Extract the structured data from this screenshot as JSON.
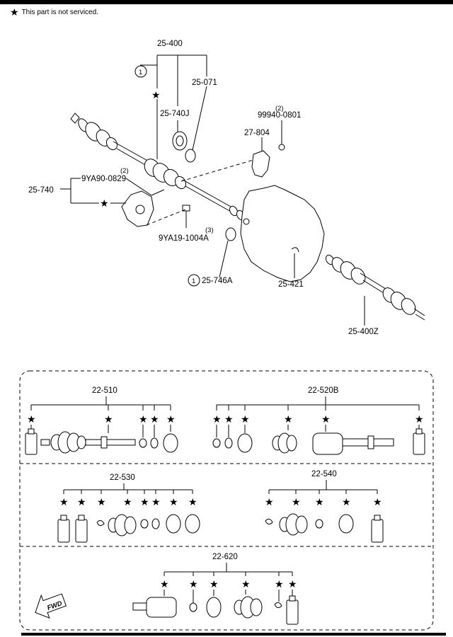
{
  "note": {
    "star": "★",
    "text": "This part is not serviced."
  },
  "legend_marker": "★",
  "callouts": {
    "c25_400": "25-400",
    "c25_071": "25-071",
    "c25_740J": "25-740J",
    "c99940": "99940-0801",
    "c99940_qty": "(2)",
    "c27_804": "27-804",
    "c9YA90": "9YA90-0829",
    "c9YA90_qty": "(2)",
    "c25_740": "25-740",
    "c9YA19": "9YA19-1004A",
    "c9YA19_qty": "(3)",
    "c25_746A": "25-746A",
    "c25_421": "25-421",
    "c25_400Z": "25-400Z",
    "circle_ref": "1"
  },
  "kits": {
    "k22_510": "22-510",
    "k22_520B": "22-520B",
    "k22_530": "22-530",
    "k22_540": "22-540",
    "k22_620": "22-620"
  },
  "fwd_label": "FWD",
  "icons": [
    "star-icon",
    "fwd-arrow-icon"
  ]
}
